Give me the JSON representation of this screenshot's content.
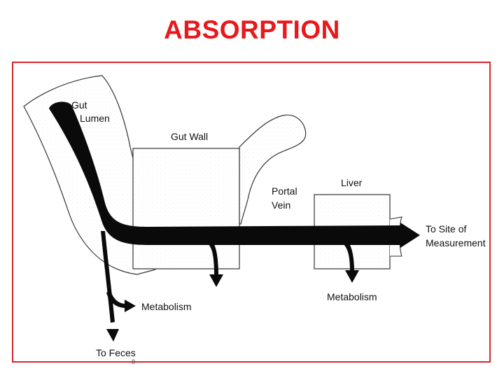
{
  "title": "ABSORPTION",
  "diagram": {
    "labels": {
      "gut_lumen_1": "Gut",
      "gut_lumen_2": "Lumen",
      "gut_wall": "Gut Wall",
      "portal_vein_1": "Portal",
      "portal_vein_2": "Vein",
      "liver": "Liver",
      "site_1": "To Site of",
      "site_2": "Measurement",
      "metabolism_gut_lumen": "Metabolism",
      "metabolism_liver": "Metabolism",
      "to_feces": "To Feces"
    },
    "slide_number": "8"
  },
  "colors": {
    "title": "#e8181c",
    "frame_border": "#d9262a",
    "flow": "#0a0a0a",
    "outline": "#333333"
  }
}
